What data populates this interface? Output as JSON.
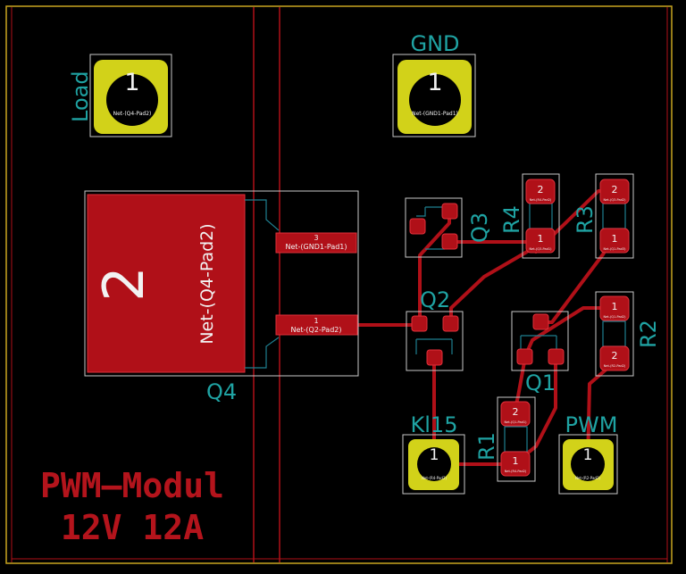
{
  "board": {
    "title_line1": "PWM—Modul",
    "title_line2": "12V 12A",
    "colors": {
      "background": "#000000",
      "outline": "#c9a521",
      "copper": "#b01018",
      "pad_gold": "#d2d219",
      "silkscreen": "#1fa3a3",
      "courtyard": "#c8c8c8",
      "title": "#b4141c"
    }
  },
  "connectors": [
    {
      "ref": "Load",
      "pad": "1",
      "net": "Net-(Q4-Pad2)"
    },
    {
      "ref": "GND",
      "pad": "1",
      "net": "Net-(GND1-Pad1)"
    },
    {
      "ref": "Kl15",
      "pad": "1",
      "net": "Net-(R4-Pad2)"
    },
    {
      "ref": "PWM",
      "pad": "1",
      "net": "Net-(R2-Pad2)"
    }
  ],
  "q4": {
    "ref": "Q4",
    "big_pad": "2",
    "big_net": "Net-(Q4-Pad2)",
    "pad3_num": "3",
    "pad3_net": "Net-(GND1-Pad1)",
    "pad1_num": "1",
    "pad1_net": "Net-(Q2-Pad2)"
  },
  "transistors": [
    {
      "ref": "Q3"
    },
    {
      "ref": "Q2"
    },
    {
      "ref": "Q1"
    }
  ],
  "resistors": [
    {
      "ref": "R4",
      "pad_top": "2",
      "pad_bottom": "1",
      "net_top": "Net-(R4-Pad2)",
      "net_bottom": "Net-(Q3-Pad1)"
    },
    {
      "ref": "R3",
      "pad_top": "2",
      "pad_bottom": "1",
      "net_top": "Net-(Q3-Pad2)",
      "net_bottom": "Net-(Q1-Pad3)"
    },
    {
      "ref": "R2",
      "pad_top": "1",
      "pad_bottom": "2",
      "net_top": "Net-(Q1-Pad2)",
      "net_bottom": "Net-(R2-Pad2)"
    },
    {
      "ref": "R1",
      "pad_top": "2",
      "pad_bottom": "1",
      "net_top": "Net-(Q1-Pad1)",
      "net_bottom": "Net-(R4-Pad2)"
    }
  ]
}
